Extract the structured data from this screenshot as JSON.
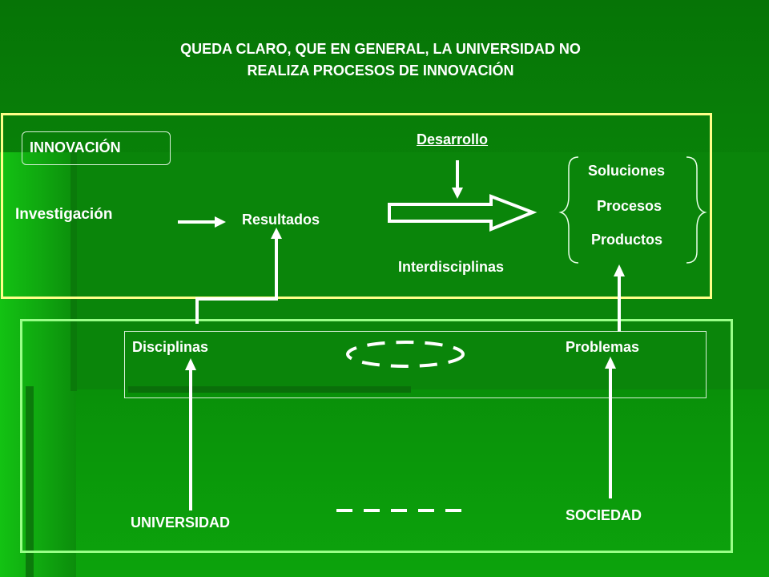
{
  "title": {
    "line1": "QUEDA CLARO, QUE EN GENERAL, LA UNIVERSIDAD NO",
    "line2": "REALIZA PROCESOS DE INNOVACIÓN"
  },
  "innovation_box": {
    "label": "INNOVACIÓN",
    "investigacion": "Investigación",
    "resultados": "Resultados",
    "desarrollo": "Desarrollo",
    "interdisciplinas": "Interdisciplinas",
    "outcomes": [
      "Soluciones",
      "Procesos",
      "Productos"
    ]
  },
  "bottom_box": {
    "disciplinas": "Disciplinas",
    "problemas": "Problemas",
    "universidad": "UNIVERSIDAD",
    "sociedad": "SOCIEDAD"
  },
  "colors": {
    "background": "#0b8a0b",
    "top_border": "#ffff88",
    "bottom_border": "#99ff88",
    "text": "#ffffff"
  }
}
